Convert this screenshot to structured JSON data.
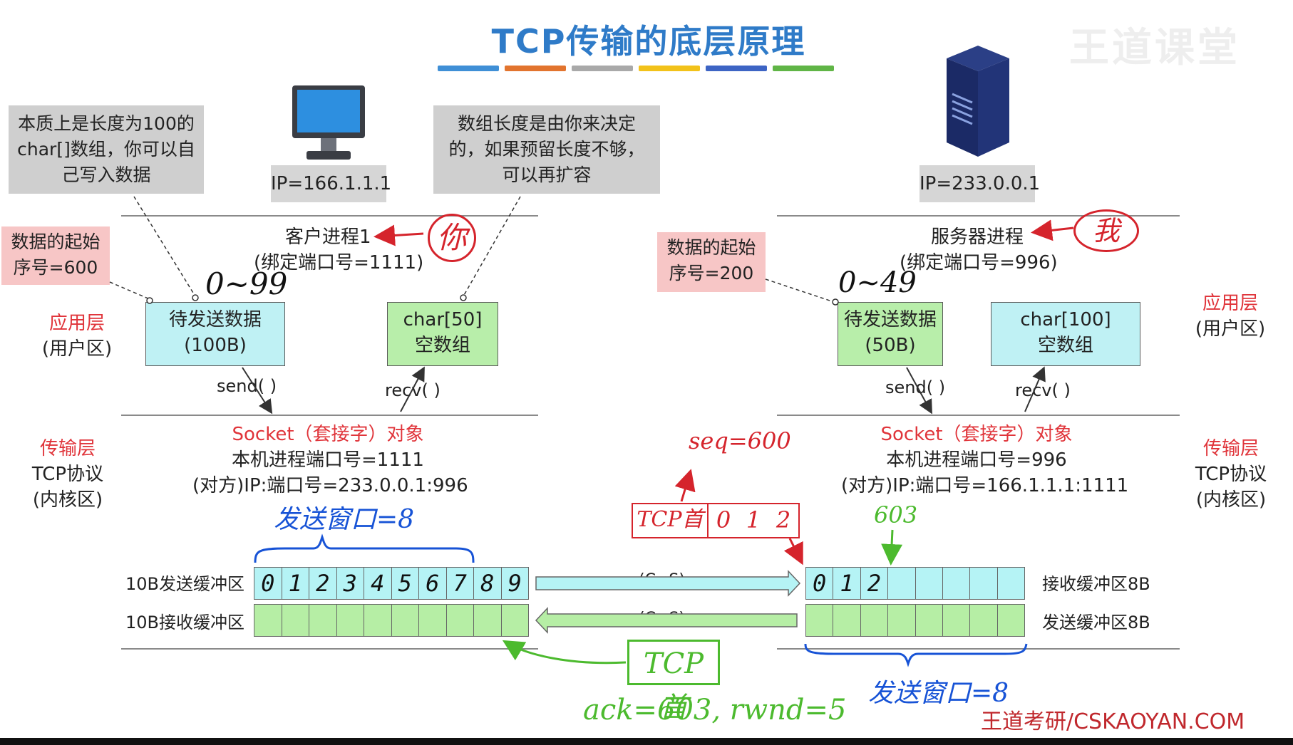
{
  "title": "TCP传输的底层原理",
  "stripe_colors": [
    "#3f8fd6",
    "#e2742e",
    "#a9a9a9",
    "#f2c21a",
    "#3d64c4",
    "#60b546"
  ],
  "client": {
    "ip": "IP=166.1.1.1",
    "note_left": [
      "本质上是长度为100的",
      "char[]数组，你可以自",
      "己写入数据"
    ],
    "note_right": [
      "数组长度是由你来决定",
      "的，如果预留长度不够，",
      "可以再扩容"
    ],
    "start_seq": [
      "数据的起始",
      "序号=600"
    ],
    "process": "客户进程1",
    "port": "(绑定端口号=1111)",
    "send_box": [
      "待发送数据",
      "(100B)"
    ],
    "recv_box": [
      "char[50]",
      "空数组"
    ],
    "send_call": "send( )",
    "recv_call": "recv( )",
    "socket_title": "Socket（套接字）对象",
    "socket_local": "本机进程端口号=1111",
    "socket_peer": "(对方)IP:端口号=233.0.0.1:996",
    "send_buf_label": "10B发送缓冲区",
    "recv_buf_label": "10B接收缓冲区",
    "send_buf_cells": [
      "0",
      "1",
      "2",
      "3",
      "4",
      "5",
      "6",
      "7",
      "8",
      "9"
    ],
    "recv_buf_cells": [
      "",
      "",
      "",
      "",
      "",
      "",
      "",
      "",
      "",
      ""
    ],
    "hand_range": "0~99",
    "hand_nickname": "你",
    "hand_window": "发送窗口=8"
  },
  "server": {
    "ip": "IP=233.0.0.1",
    "start_seq": [
      "数据的起始",
      "序号=200"
    ],
    "process": "服务器进程",
    "port": "(绑定端口号=996)",
    "send_box": [
      "待发送数据",
      "(50B)"
    ],
    "recv_box": [
      "char[100]",
      "空数组"
    ],
    "send_call": "send( )",
    "recv_call": "recv( )",
    "socket_title": "Socket（套接字）对象",
    "socket_local": "本机进程端口号=996",
    "socket_peer": "(对方)IP:端口号=166.1.1.1:1111",
    "recv_buf_label": "接收缓冲区8B",
    "send_buf_label": "发送缓冲区8B",
    "recv_buf_cells": [
      "0",
      "1",
      "2",
      "",
      "",
      "",
      "",
      ""
    ],
    "send_buf_cells": [
      "",
      "",
      "",
      "",
      "",
      "",
      "",
      ""
    ],
    "hand_range": "0~49",
    "hand_nickname": "我",
    "hand_window": "发送窗口=8",
    "hand_pos": "603"
  },
  "layers": {
    "app_left": [
      "应用层",
      "(用户区)"
    ],
    "app_right": [
      "应用层",
      "(用户区)"
    ],
    "transport_left": [
      "传输层",
      "TCP协议",
      "(内核区)"
    ],
    "transport_right": [
      "传输层",
      "TCP协议",
      "(内核区)"
    ]
  },
  "links": {
    "c_to_s": "(C→S)",
    "s_to_c": "(C←S)"
  },
  "annotations": {
    "seq": "seq=600",
    "tcp_head_top": "TCP首",
    "segment_cells": [
      "0",
      "1",
      "2"
    ],
    "tcp_head_bottom": "TCP首",
    "ack": "ack=603, rwnd=5"
  },
  "watermark": "王道考研/CSKAOYAN.COM",
  "logo_text": "王道课堂"
}
